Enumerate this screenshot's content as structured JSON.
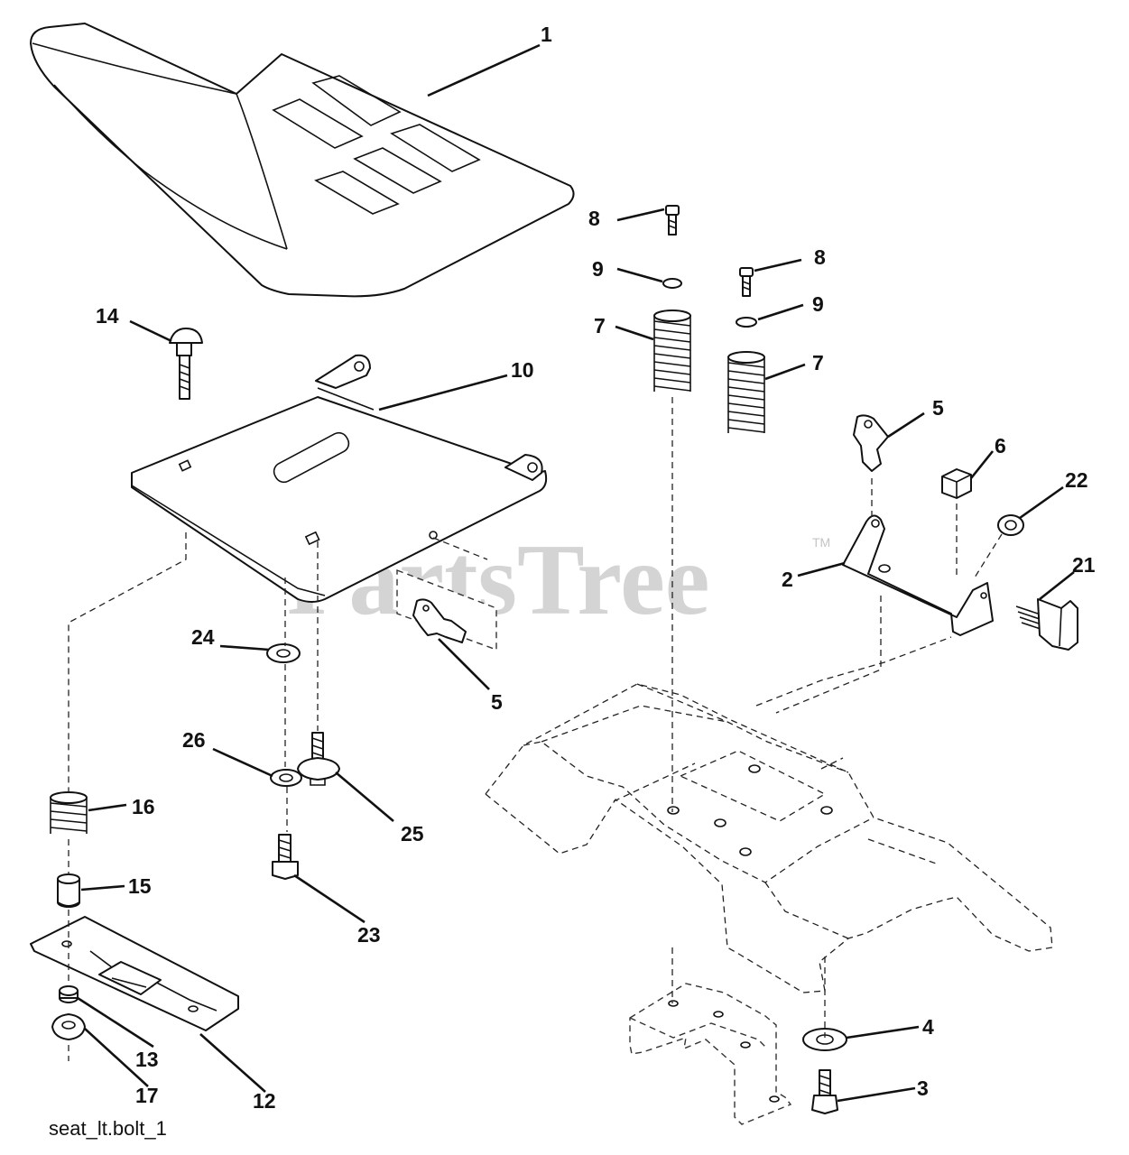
{
  "watermark": {
    "text": "PartsTree",
    "tm": "TM"
  },
  "caption": "seat_lt.bolt_1",
  "callouts": [
    {
      "id": "c1",
      "label": "1"
    },
    {
      "id": "c14",
      "label": "14"
    },
    {
      "id": "c10",
      "label": "10"
    },
    {
      "id": "c8a",
      "label": "8"
    },
    {
      "id": "c9a",
      "label": "9"
    },
    {
      "id": "c7a",
      "label": "7"
    },
    {
      "id": "c8b",
      "label": "8"
    },
    {
      "id": "c9b",
      "label": "9"
    },
    {
      "id": "c7b",
      "label": "7"
    },
    {
      "id": "c5a",
      "label": "5"
    },
    {
      "id": "c6",
      "label": "6"
    },
    {
      "id": "c22",
      "label": "22"
    },
    {
      "id": "c2",
      "label": "2"
    },
    {
      "id": "c21",
      "label": "21"
    },
    {
      "id": "c24",
      "label": "24"
    },
    {
      "id": "c5b",
      "label": "5"
    },
    {
      "id": "c26",
      "label": "26"
    },
    {
      "id": "c25",
      "label": "25"
    },
    {
      "id": "c16",
      "label": "16"
    },
    {
      "id": "c15",
      "label": "15"
    },
    {
      "id": "c23",
      "label": "23"
    },
    {
      "id": "c4",
      "label": "4"
    },
    {
      "id": "c3",
      "label": "3"
    },
    {
      "id": "c13",
      "label": "13"
    },
    {
      "id": "c17",
      "label": "17"
    },
    {
      "id": "c12",
      "label": "12"
    }
  ]
}
